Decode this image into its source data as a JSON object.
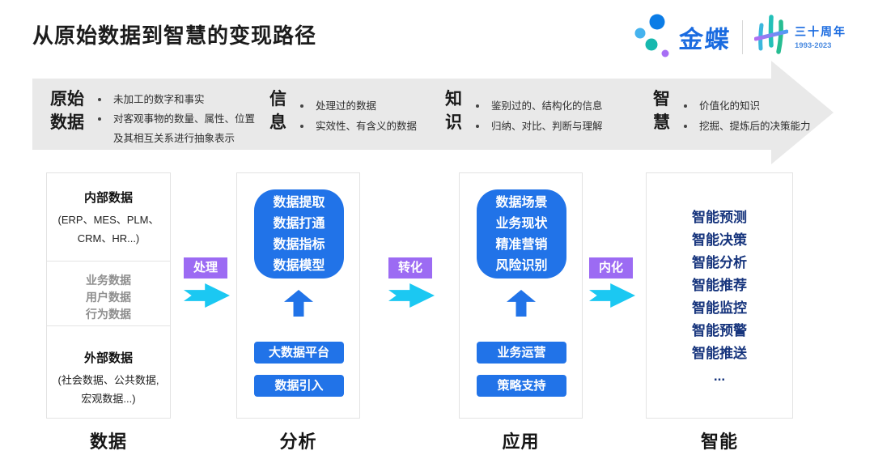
{
  "header": {
    "title": "从原始数据到智慧的变现路径",
    "logo": {
      "brand": "金蝶",
      "anniversary": "三十周年",
      "years": "1993-2023"
    }
  },
  "banner": {
    "stages": [
      {
        "label_line1": "原始",
        "label_line2": "数据",
        "items": [
          "未加工的数字和事实",
          "对客观事物的数量、属性、位置及其相互关系进行抽象表示"
        ]
      },
      {
        "label_line1": "信",
        "label_line2": "息",
        "items": [
          "处理过的数据",
          "实效性、有含义的数据"
        ]
      },
      {
        "label_line1": "知",
        "label_line2": "识",
        "items": [
          "鉴别过的、结构化的信息",
          "归纳、对比、判断与理解"
        ]
      },
      {
        "label_line1": "智",
        "label_line2": "慧",
        "items": [
          "价值化的知识",
          "挖掘、提炼后的决策能力"
        ]
      }
    ]
  },
  "columns": {
    "data": {
      "footer_label": "数据",
      "internal_title": "内部数据",
      "internal_desc_line1": "(ERP、MES、PLM、",
      "internal_desc_line2": "CRM、HR...)",
      "middle_items": [
        "业务数据",
        "用户数据",
        "行为数据"
      ],
      "external_title": "外部数据",
      "external_desc_line1": "(社会数据、公共数据,",
      "external_desc_line2": "宏观数据...)"
    },
    "analysis": {
      "footer_label": "分析",
      "box_lines": [
        "数据提取",
        "数据打通",
        "数据指标",
        "数据模型"
      ],
      "buttons": [
        "大数据平台",
        "数据引入"
      ]
    },
    "application": {
      "footer_label": "应用",
      "box_lines": [
        "数据场景",
        "业务现状",
        "精准营销",
        "风险识别"
      ],
      "buttons": [
        "业务运营",
        "策略支持"
      ]
    },
    "intelligence": {
      "footer_label": "智能",
      "items": [
        "智能预测",
        "智能决策",
        "智能分析",
        "智能推荐",
        "智能监控",
        "智能预警",
        "智能推送",
        "..."
      ]
    }
  },
  "connectors": [
    {
      "label": "处理"
    },
    {
      "label": "转化"
    },
    {
      "label": "内化"
    }
  ],
  "icons": {
    "logo_dots": "kingdee-dots-logo",
    "anniversary_mark": "thirty-years-mark",
    "banner_shape": "right-block-arrow",
    "flow_arrow": "cyan-right-arrow",
    "up_arrow": "blue-up-arrow"
  },
  "colors": {
    "royal_blue": "#2173e8",
    "cyan": "#1bc8f2",
    "purple": "#9c6bf3",
    "navy_text": "#17357d",
    "banner_gray": "#e9e9e9",
    "brand_blue": "#1a6be0"
  }
}
